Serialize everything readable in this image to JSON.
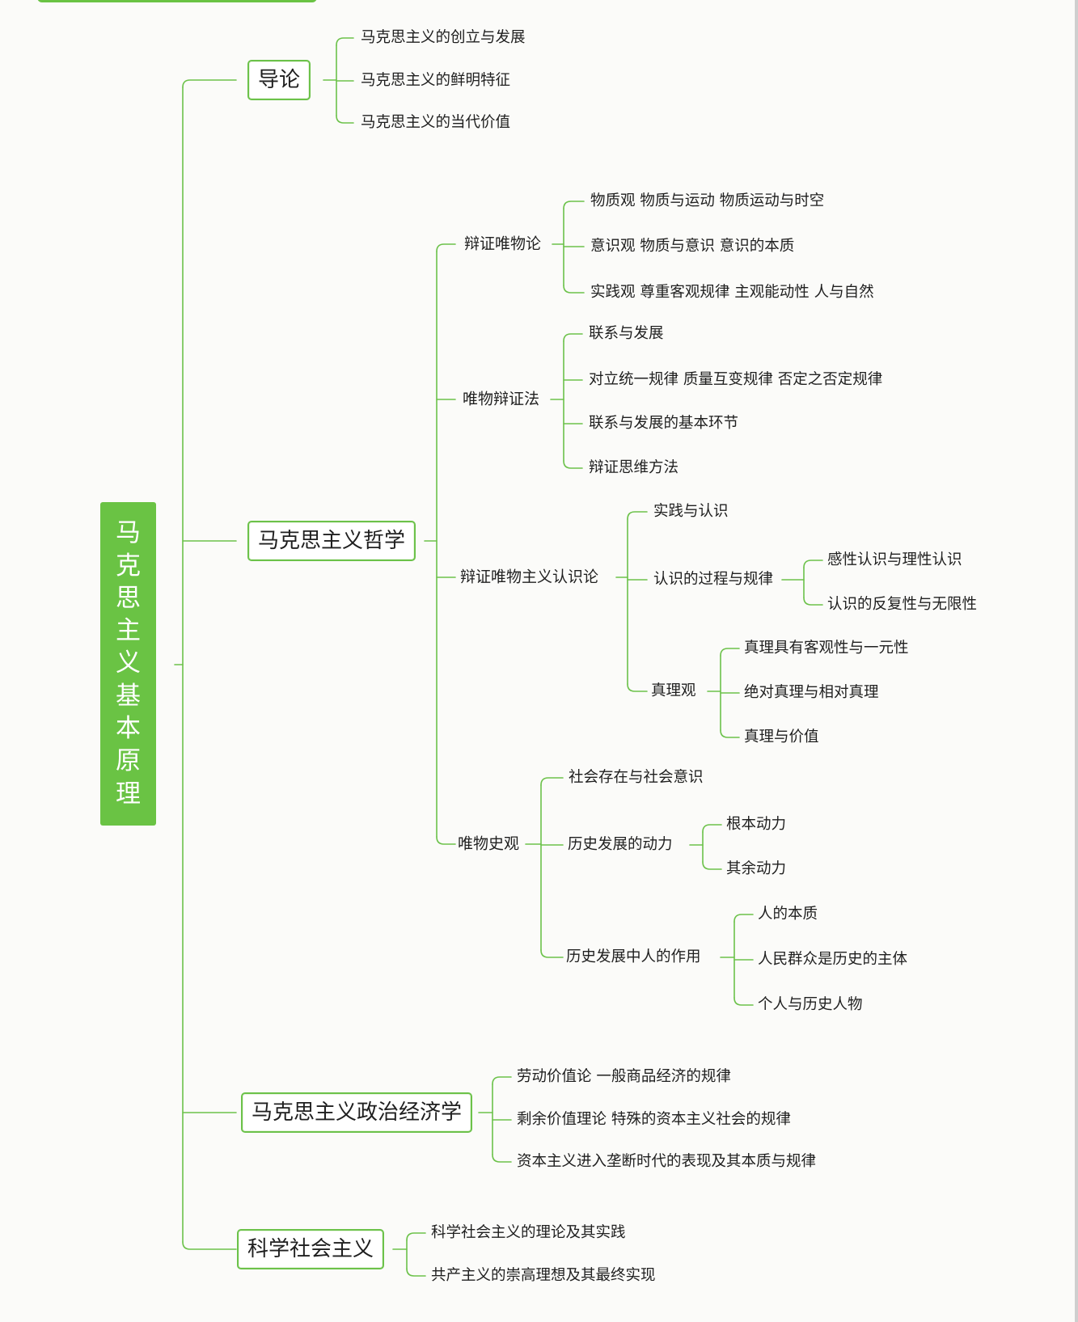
{
  "root": {
    "title": "马克思主义基本原理"
  },
  "n": {
    "intro": "导论",
    "intro_1": "马克思主义的创立与发展",
    "intro_2": "马克思主义的鲜明特征",
    "intro_3": "马克思主义的当代价值",
    "phil": "马克思主义哲学",
    "dm": "辩证唯物论",
    "dm_1": "物质观 物质与运动 物质运动与时空",
    "dm_2": "意识观 物质与意识 意识的本质",
    "dm_3": "实践观 尊重客观规律 主观能动性 人与自然",
    "md": "唯物辩证法",
    "md_1": "联系与发展",
    "md_2": "对立统一规律 质量互变规律 否定之否定规律",
    "md_3": "联系与发展的基本环节",
    "md_4": "辩证思维方法",
    "ep": "辩证唯物主义认识论",
    "ep_1": "实践与认识",
    "ep_2": "认识的过程与规律",
    "ep_2_1": "感性认识与理性认识",
    "ep_2_2": "认识的反复性与无限性",
    "ep_3": "真理观",
    "ep_3_1": "真理具有客观性与一元性",
    "ep_3_2": "绝对真理与相对真理",
    "ep_3_3": "真理与价值",
    "hm": "唯物史观",
    "hm_1": "社会存在与社会意识",
    "hm_2": "历史发展的动力",
    "hm_2_1": "根本动力",
    "hm_2_2": "其余动力",
    "hm_3": "历史发展中人的作用",
    "hm_3_1": "人的本质",
    "hm_3_2": "人民群众是历史的主体",
    "hm_3_3": "个人与历史人物",
    "pe": "马克思主义政治经济学",
    "pe_1": "劳动价值论 一般商品经济的规律",
    "pe_2": "剩余价值理论 特殊的资本主义社会的规律",
    "pe_3": "资本主义进入垄断时代的表现及其本质与规律",
    "ss": "科学社会主义",
    "ss_1": "科学社会主义的理论及其实践",
    "ss_2": "共产主义的崇高理想及其最终实现"
  },
  "colors": {
    "accent": "#6ac344",
    "line": "#6cc24a",
    "text": "#1f1f1f",
    "root_text": "#ffffff"
  }
}
